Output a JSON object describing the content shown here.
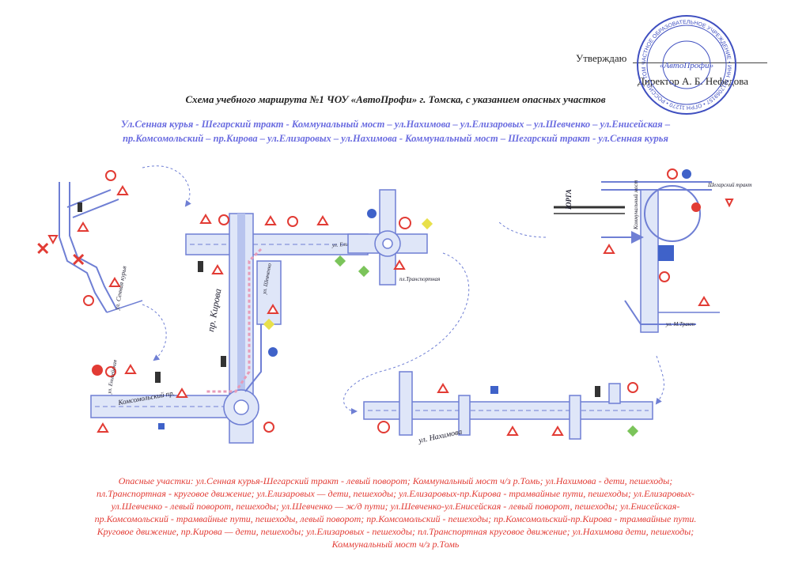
{
  "header": {
    "approve": "Утверждаю",
    "director": "Директор  А. Б. Нефедова"
  },
  "stamp": {
    "center": "«АвтоПрофи»",
    "ring_text": "ЧАСТНОЕ ОБРАЗОВАТЕЛЬНОЕ УЧРЕЖДЕНИЕ • ИНН 7017069157 • ОГРН 11270 • РОССИЯ • ТОМСК"
  },
  "title": "Схема учебного маршрута №1 ЧОУ «АвтоПрофи» г. Томска, с указанием опасных участков",
  "route": {
    "line1": "Ул.Сенная курья - Шегарский тракт - Коммунальный мост – ул.Нахимова – ул.Елизаровых – ул.Шевченко – ул.Енисейская –",
    "line2": "пр.Комсомольский – пр.Кирова – ул.Елизаровых – ул.Нахимова - Коммунальный мост – Шегарский тракт - ул.Сенная курья"
  },
  "map_labels": {
    "kirova": "пр. Кирова",
    "komsomolsky": "Комсомольский пр.",
    "transportnaya": "пл.Транспортная",
    "nakhimova": "ул. Нахимова",
    "m_trakt": "ул. М.Тракт",
    "yurga": "ЮРГА",
    "shegarsky": "Шегарский тракт",
    "kommunalny": "Коммунальный мост",
    "elizarovykh": "ул. Елизаровых",
    "shevchenko": "ул. Шевченко",
    "eniseyskaya": "ул. Енисейская",
    "sennaya": "ул. Сенная курья"
  },
  "danger": {
    "line1": "Опасные участки: ул.Сенная курья-Шегарский тракт - левый поворот; Коммунальный мост ч/з р.Томь; ул.Нахимова - дети, пешеходы;",
    "line2": "пл.Транспортная - круговое движение; ул.Елизаровых — дети, пешеходы; ул.Елизаровых-пр.Кирова - трамвайные пути, пешеходы; ул.Елизаровых-",
    "line3": "ул.Шевченко - левый поворот, пешеходы; ул.Шевченко — ж/д пути; ул.Шевченко-ул.Енисейская - левый поворот, пешеходы; ул.Енисейская-",
    "line4": "пр.Комсомольский - трамвайные пути, пешеходы, левый поворот; пр.Комсомольский - пешеходы; пр.Комсомольский-пр.Кирова - трамвайные пути.",
    "line5": "Круговое движение, пр.Кирова — дети, пешеходы; ул.Елизаровых - пешеходы; пл.Транспортная круговое движение; ул.Нахимова дети, пешеходы;",
    "line6": "Коммунальный мост ч/з р.Томь"
  },
  "colors": {
    "road": "#6f7fd4",
    "road_fill": "#dfe6f8",
    "route_text": "#6a6ce0",
    "danger_text": "#e23b34",
    "stamp": "#3f4fc0",
    "sign_red": "#e23b34",
    "sign_yellow": "#e8e04a",
    "sign_green": "#7bc45a",
    "sign_blue": "#3f62c9"
  },
  "icons": [
    "warning-triangle-icon",
    "no-entry-icon",
    "roundabout-icon",
    "traffic-light-icon",
    "pedestrian-crossing-icon",
    "priority-road-icon",
    "speed-limit-icon"
  ]
}
